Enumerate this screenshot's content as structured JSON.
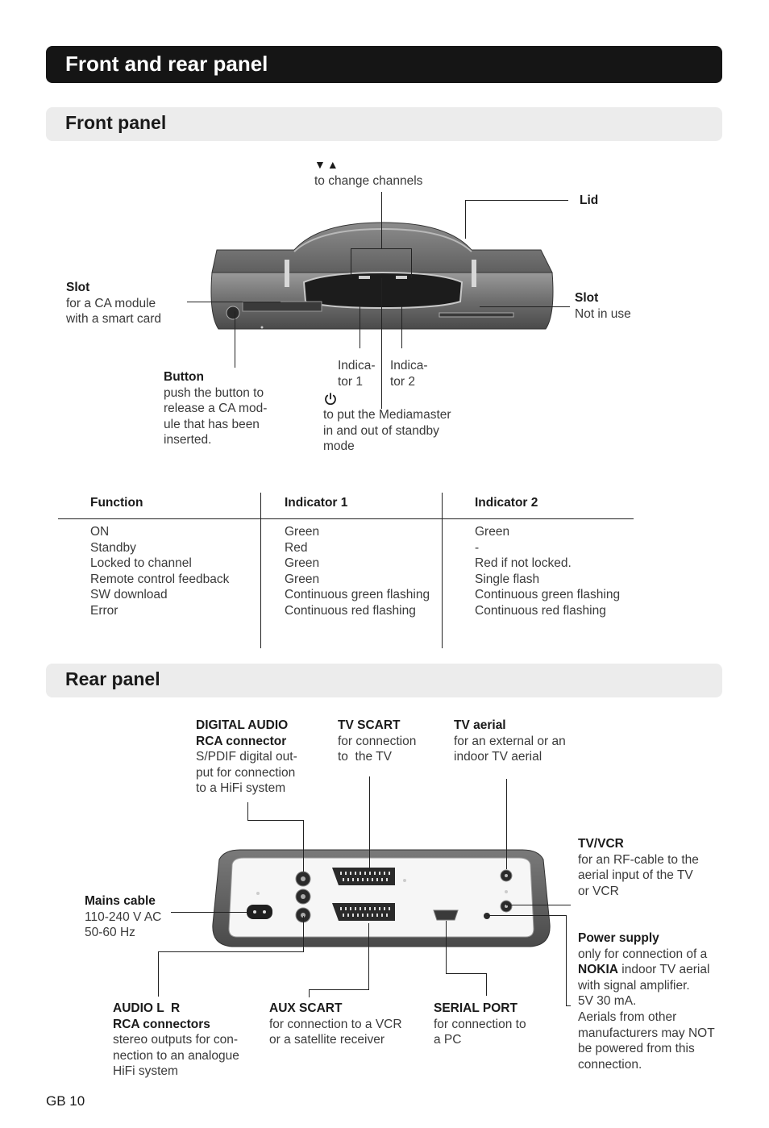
{
  "title": "Front and rear panel",
  "front_panel": {
    "heading": "Front panel",
    "labels": {
      "channels": {
        "symbol": "▼▲",
        "text": "to change channels"
      },
      "lid": {
        "title": "Lid"
      },
      "slot_left": {
        "title": "Slot",
        "lines": [
          "for a CA module",
          "with a smart card"
        ]
      },
      "slot_right": {
        "title": "Slot",
        "lines": [
          "Not in use"
        ]
      },
      "button": {
        "title": "Button",
        "lines": [
          "push the button to",
          "release a CA mod-",
          "ule that has been",
          "inserted."
        ]
      },
      "indicator1": {
        "lines": [
          "Indica-",
          "tor 1"
        ]
      },
      "indicator2": {
        "lines": [
          "Indica-",
          "tor 2"
        ]
      },
      "power": {
        "lines": [
          "to put the Mediamaster",
          "in and out of standby",
          "mode"
        ]
      }
    }
  },
  "table": {
    "headers": [
      "Function",
      "Indicator 1",
      "Indicator 2"
    ],
    "functions": [
      "ON",
      "Standby",
      "Locked to channel",
      "Remote control feedback",
      "SW download",
      "Error"
    ],
    "indicator1": [
      "Green",
      "Red",
      "Green",
      "Green",
      "Continuous green flashing",
      "Continuous red flashing"
    ],
    "indicator2": [
      "Green",
      "-",
      "Red if not locked.",
      "Single flash",
      "Continuous green flashing",
      "Continuous red flashing"
    ]
  },
  "rear_panel": {
    "heading": "Rear panel",
    "labels": {
      "digital_audio": {
        "title1": "DIGITAL AUDIO",
        "title2": "RCA connector",
        "lines": [
          "S/PDIF digital out-",
          "put for connection",
          "to a HiFi system"
        ]
      },
      "tv_scart": {
        "title": "TV SCART",
        "lines": [
          "for connection",
          "to  the TV"
        ]
      },
      "tv_aerial": {
        "title": "TV aerial",
        "lines": [
          "for an external or an",
          "indoor TV aerial"
        ]
      },
      "tv_vcr": {
        "title": "TV/VCR",
        "lines": [
          "for an RF-cable to the",
          "aerial input of the TV",
          "or VCR"
        ]
      },
      "mains": {
        "title": "Mains cable",
        "lines": [
          "110-240 V AC",
          "50-60 Hz"
        ]
      },
      "power_supply": {
        "title": "Power supply",
        "line1": "only for connection of a",
        "line2_bold": "NOKIA",
        "line2_rest": " indoor TV aerial",
        "lines": [
          "with signal amplifier.",
          "5V 30 mA.",
          "Aerials from other",
          "manufacturers may NOT",
          "be powered from this",
          "connection."
        ]
      },
      "audio_lr": {
        "title1": "AUDIO L  R",
        "title2": "RCA connectors",
        "lines": [
          "stereo outputs for con-",
          "nection to an analogue",
          "HiFi system"
        ]
      },
      "aux_scart": {
        "title": "AUX SCART",
        "lines": [
          "for connection to a VCR",
          "or a satellite receiver"
        ]
      },
      "serial_port": {
        "title": "SERIAL PORT",
        "lines": [
          "for connection to",
          "a PC"
        ]
      }
    }
  },
  "footer": "GB 10",
  "icons": {
    "power": "power-icon",
    "channel_arrows": "channel-arrows-icon"
  }
}
